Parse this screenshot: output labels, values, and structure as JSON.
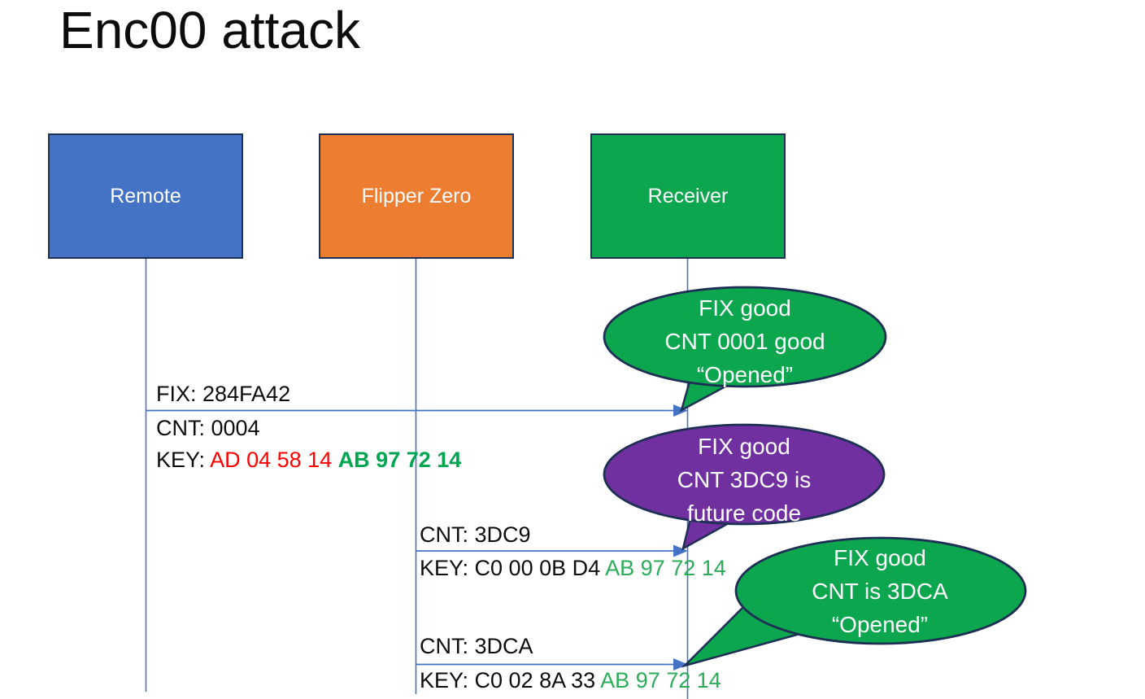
{
  "title": "Enc00 attack",
  "actors": {
    "remote": {
      "label": "Remote",
      "fill": "#4472C4"
    },
    "flipper": {
      "label": "Flipper Zero",
      "fill": "#ED7D31"
    },
    "receiver": {
      "label": "Receiver",
      "fill": "#0CA64F"
    }
  },
  "messages": {
    "m1": {
      "fix": "FIX: 284FA42",
      "cnt": "CNT: 0004",
      "key_prefix": "KEY: ",
      "key_red": "AD 04 58 14 ",
      "key_green": "AB 97 72 14"
    },
    "m2": {
      "cnt": "CNT: 3DC9",
      "key_prefix": "KEY: C0 00 0B D4 ",
      "key_green": "AB 97 72 14"
    },
    "m3": {
      "cnt": "CNT: 3DCA",
      "key_prefix": "KEY: C0 02 8A 33 ",
      "key_green": "AB 97 72 14"
    }
  },
  "callouts": {
    "c1": {
      "fill": "#0CA64F",
      "lines": [
        "FIX good",
        "CNT 0001 good",
        "“Opened”"
      ]
    },
    "c2": {
      "fill": "#7030A0",
      "lines": [
        "FIX good",
        "CNT 3DC9 is",
        "future code"
      ]
    },
    "c3": {
      "fill": "#0CA64F",
      "lines": [
        "FIX good",
        "CNT is 3DCA",
        "“Opened”"
      ]
    }
  },
  "colors": {
    "connector_blue": "#4472C4",
    "outline_navy": "#1E2F54",
    "key_red": "#FF0000",
    "key_green": "#2BAC58",
    "key_green_bold": "#00A550",
    "text_black": "#0d0d0d"
  }
}
